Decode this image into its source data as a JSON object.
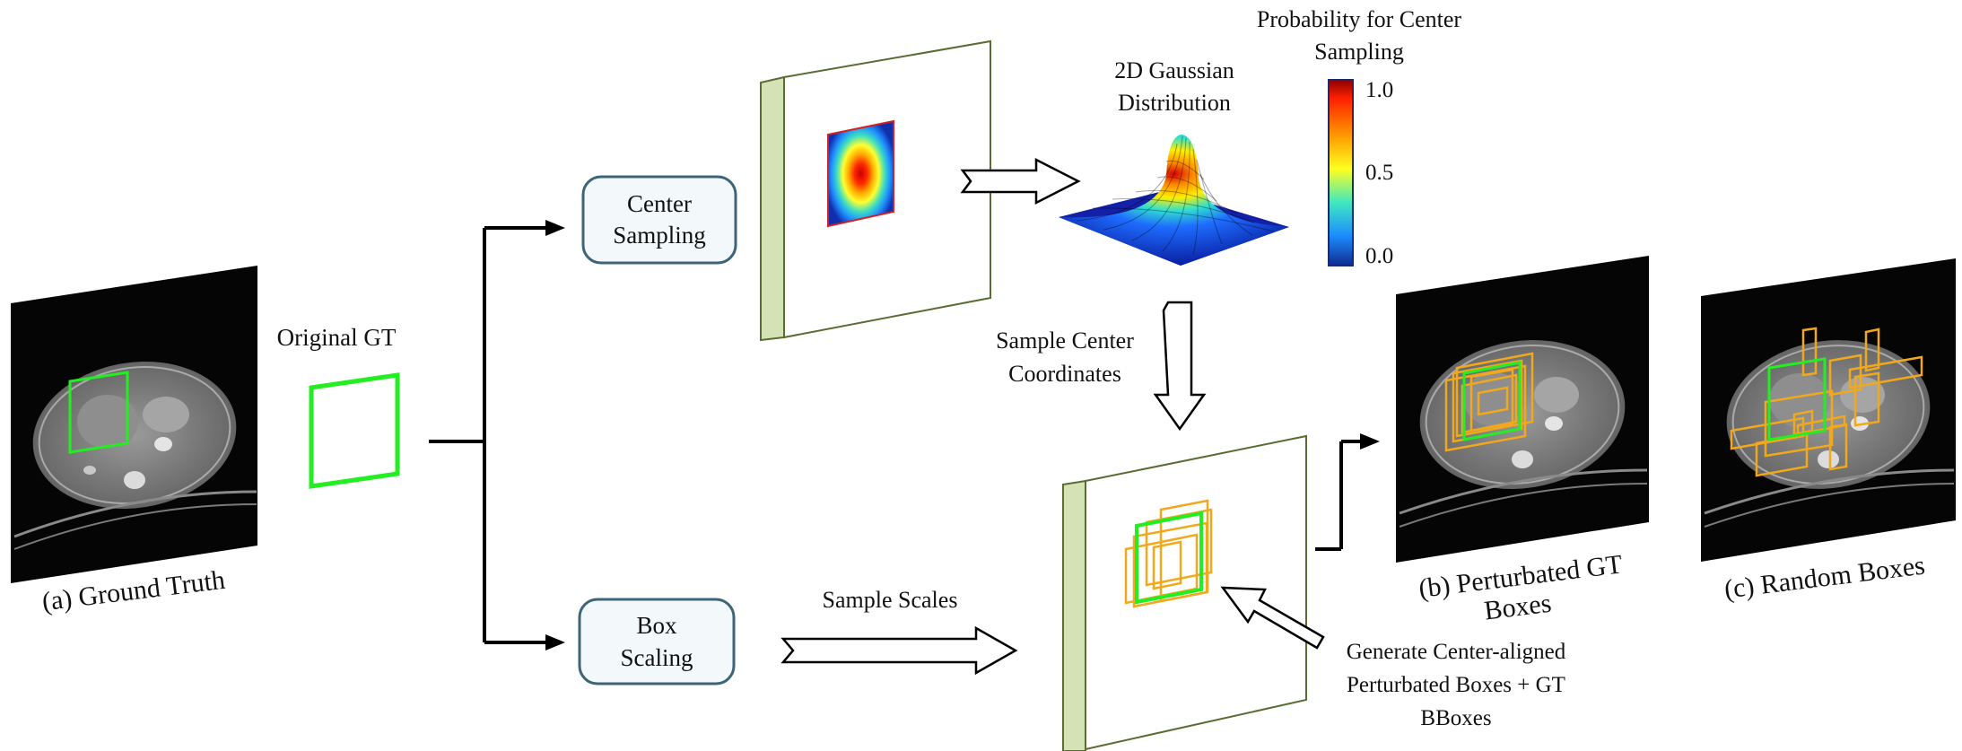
{
  "panels": {
    "ground_truth_caption": "(a) Ground Truth",
    "perturbated_caption_line1": "(b) Perturbated GT",
    "perturbated_caption_line2": "Boxes",
    "random_caption": "(c) Random Boxes"
  },
  "labels": {
    "original_gt": "Original GT",
    "gaussian_line1": "2D Gaussian",
    "gaussian_line2": "Distribution",
    "prob_line1": "Probability for Center",
    "prob_line2": "Sampling",
    "sample_center_line1": "Sample Center",
    "sample_center_line2": "Coordinates",
    "sample_scales": "Sample Scales",
    "generate_line1": "Generate Center-aligned",
    "generate_line2": "Perturbated Boxes + GT",
    "generate_line3": "BBoxes"
  },
  "process_boxes": {
    "center_line1": "Center",
    "center_line2": "Sampling",
    "scaling_line1": "Box",
    "scaling_line2": "Scaling"
  },
  "colorbar": {
    "ticks": [
      "1.0",
      "0.5",
      "0.0"
    ],
    "max": 1.0,
    "min": 0.0
  },
  "colors": {
    "gt_box": "#22ee22",
    "perturbed_box": "#f2a81c",
    "plane_edge": "#5a6b33",
    "plane_side": "#d5e2b5",
    "process_box_fill": "#f3f8fa",
    "process_box_stroke": "#3d6478"
  }
}
